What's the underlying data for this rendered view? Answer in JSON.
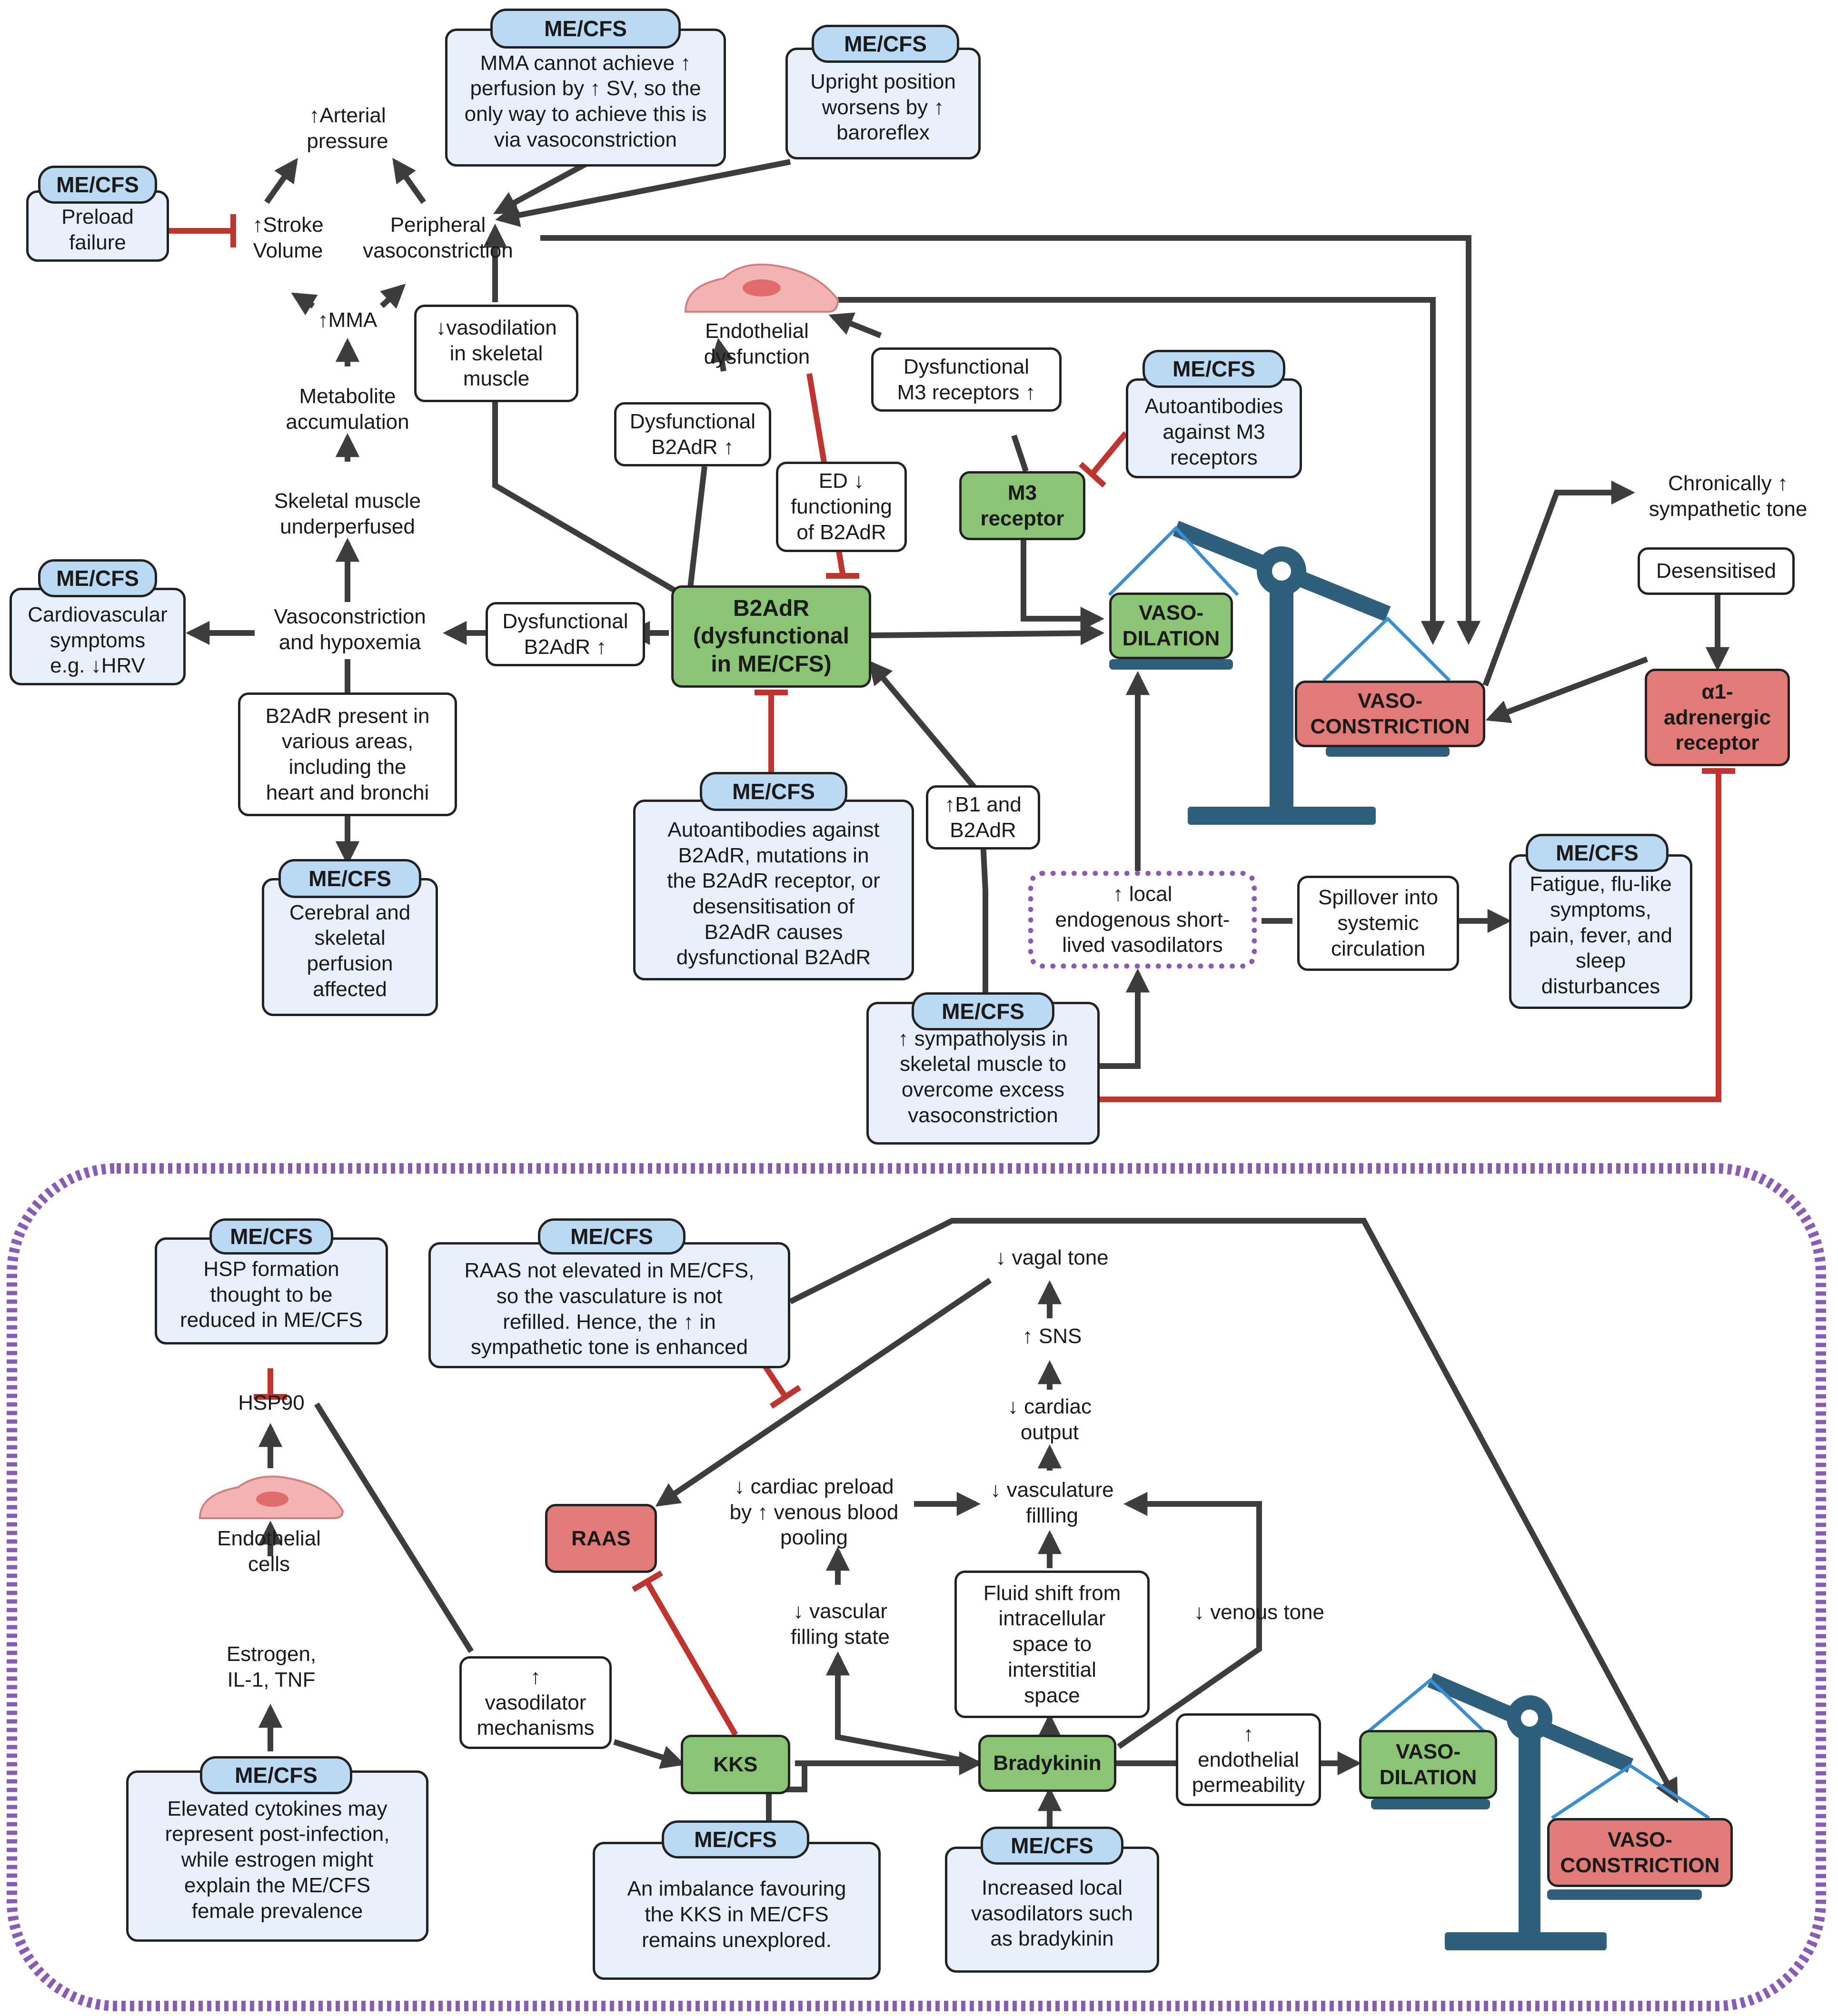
{
  "colors": {
    "arrow": "#3d3d3d",
    "inhibit": "#c0342f",
    "green": "#8cc476",
    "red": "#e07b78",
    "tag": "#bcd9f3",
    "me_box": "#e8f1fb",
    "dotted": "#8a5bb5",
    "scale": "#2f5f7a",
    "scale_string": "#3b8fd0",
    "cell": "#f0a0a0"
  },
  "tag": "ME/CFS",
  "top": {
    "arterial_pressure": "↑Arterial\npressure",
    "stroke_volume": "↑Stroke\nVolume",
    "peripheral_vasoconstriction": "Peripheral\nvasoconstriction",
    "mma": "↑MMA",
    "metabolite": "Metabolite\naccumulation",
    "underperfused": "Skeletal muscle\nunderperfused",
    "vaso_hypox": "Vasoconstriction\nand hypoxemia",
    "preload": "Preload\nfailure",
    "mma_note": "MMA cannot achieve ↑\nperfusion by ↑ SV, so the\nonly way to achieve this is\nvia vasoconstriction",
    "upright": "Upright position\nworsens by ↑\nbaroreflex",
    "vasodilation_skeletal": "↓vasodilation\nin skeletal\nmuscle",
    "endothelial_dysfunction": "Endothelial\ndysfunction",
    "dys_b2adr_1": "Dysfunctional\nB2AdR ↑",
    "ed_functioning": "ED ↓\nfunctioning\nof B2AdR",
    "dys_m3": "Dysfunctional\nM3 receptors ↑",
    "auto_m3": "Autoantibodies\nagainst M3\nreceptors",
    "m3_receptor": "M3\nreceptor",
    "vasodilation": "VASO-\nDILATION",
    "vasoconstriction": "VASO-\nCONSTRICTION",
    "chronic": "Chronically ↑\nsympathetic tone",
    "desensitised": "Desensitised",
    "alpha1": "α1-\nadrenergic\nreceptor",
    "cardio": "Cardiovascular\nsymptoms\ne.g. ↓HRV",
    "dys_b2adr_2": "Dysfunctional\nB2AdR ↑",
    "b2adr": "B2AdR\n(dysfunctional\nin ME/CFS)",
    "b2adr_present": "B2AdR present in\nvarious areas,\nincluding the\nheart and bronchi",
    "auto_b2adr": "Autoantibodies against\nB2AdR, mutations in\nthe B2AdR receptor, or\ndesensitisation of\nB2AdR causes\ndysfunctional B2AdR",
    "b1b2": "↑B1 and\nB2AdR",
    "local_vaso": "↑ local\nendogenous short-\nlived vasodilators",
    "spillover": "Spillover into\nsystemic\ncirculation",
    "fatigue": "Fatigue, flu-like\nsymptoms,\npain, fever, and\nsleep\ndisturbances",
    "cerebral": "Cerebral and\nskeletal\nperfusion\naffected",
    "sympatholysis": "↑ sympatholysis in\nskeletal muscle to\novercome excess\nvasoconstriction"
  },
  "bottom": {
    "hsp_note": "HSP formation\nthought to be\nreduced in ME/CFS",
    "hsp90": "HSP90",
    "endothelial_cells": "Endothelial\ncells",
    "estrogen": "Estrogen,\nIL-1, TNF",
    "cytokines": "Elevated cytokines may\nrepresent post-infection,\nwhile estrogen might\nexplain the ME/CFS\nfemale prevalence",
    "raas_note": "RAAS not elevated in ME/CFS,\nso the vasculature is not\nrefilled. Hence, the ↑ in\nsympathetic tone is enhanced",
    "raas": "RAAS",
    "vasodilator_mech": "↑\nvasodilator\nmechanisms",
    "kks": "KKS",
    "kks_note": "An imbalance favouring\nthe KKS in ME/CFS\nremains unexplored.",
    "vagal": "↓ vagal tone",
    "sns": "↑ SNS",
    "cardiac_output": "↓ cardiac\noutput",
    "preload": "↓ cardiac preload\nby ↑ venous blood\npooling",
    "vasc_filling": "↓ vasculature\nfillling",
    "vascular_state": "↓ vascular\nfilling state",
    "fluid_shift": "Fluid shift from\nintracellular\nspace to\ninterstitial\nspace",
    "venous_tone": "↓ venous tone",
    "bradykinin": "Bradykinin",
    "endothelial_perm": "↑\nendothelial\npermeability",
    "vasodilation": "VASO-\nDILATION",
    "vasoconstriction": "VASO-\nCONSTRICTION",
    "local_vasodilators": "Increased local\nvasodilators such\nas bradykinin"
  }
}
